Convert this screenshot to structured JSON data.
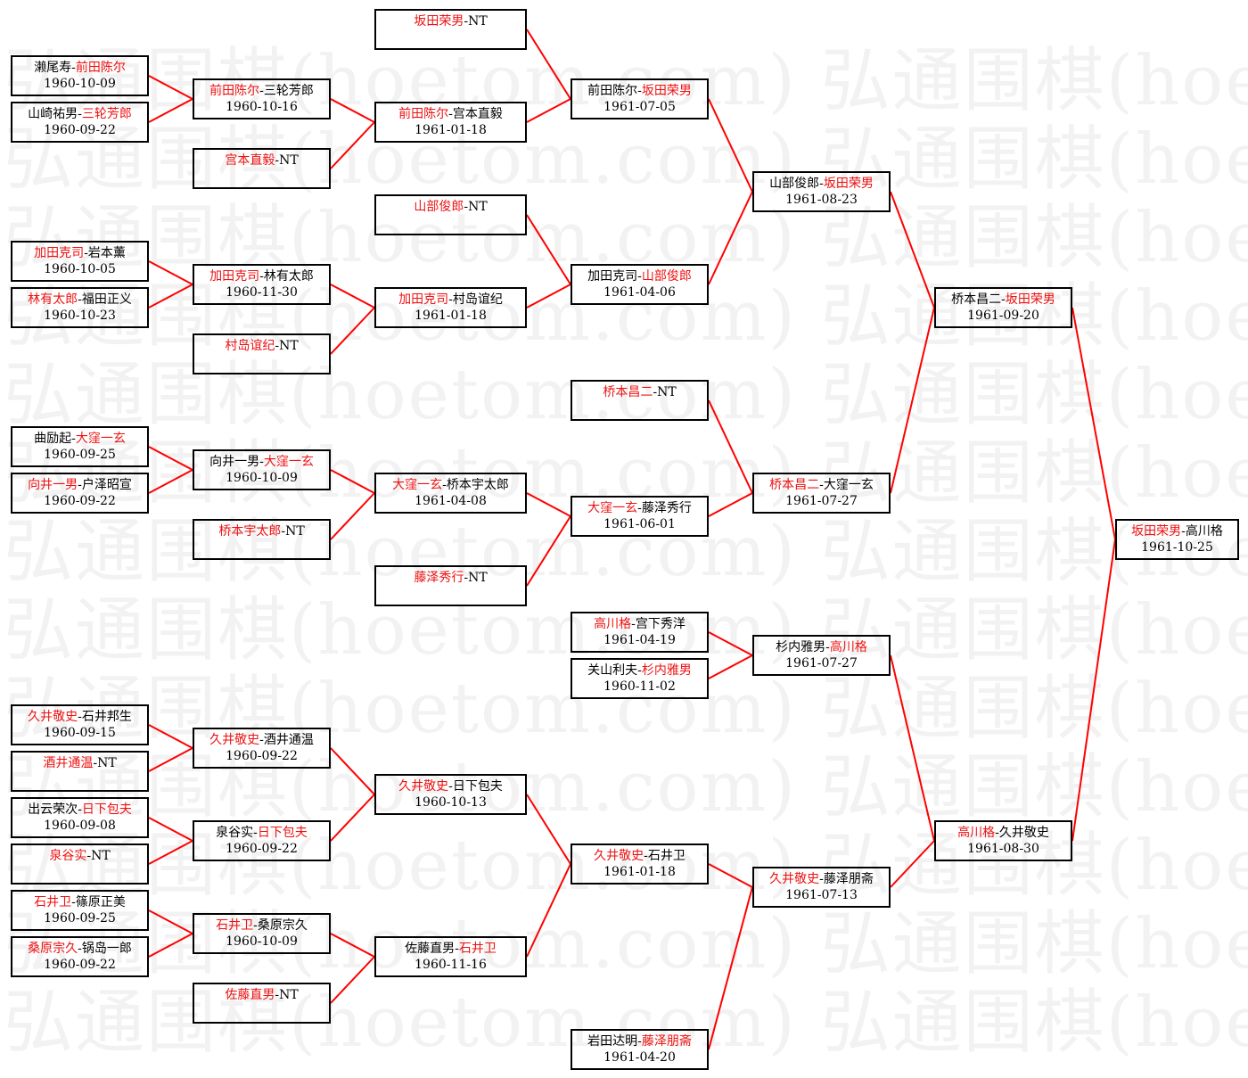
{
  "watermark": "弘通围棋(hoetom.com) 弘通围棋(hoetom.com) 弘通围棋(hoetom.com)",
  "colors": {
    "winner": "#ee1111",
    "line": "#ff0000",
    "border": "#000000"
  },
  "matches": [
    {
      "id": "m0",
      "p1": "濑尾寿",
      "p2": "前田陈尔",
      "sep": "-",
      "winner": 2,
      "date": "1960-10-09"
    },
    {
      "id": "m1",
      "p1": "山崎祐男",
      "p2": "三轮芳郎",
      "sep": "-",
      "winner": 2,
      "date": "1960-09-22"
    },
    {
      "id": "m2",
      "p1": "加田克司",
      "p2": "岩本薰",
      "sep": "-",
      "winner": 1,
      "date": "1960-10-05"
    },
    {
      "id": "m3",
      "p1": "林有太郎",
      "p2": "福田正义",
      "sep": "-",
      "winner": 1,
      "date": "1960-10-23"
    },
    {
      "id": "m4",
      "p1": "曲励起",
      "p2": "大窪一玄",
      "sep": "-",
      "winner": 2,
      "date": "1960-09-25"
    },
    {
      "id": "m5",
      "p1": "向井一男",
      "p2": "户泽昭宣",
      "sep": "-",
      "winner": 1,
      "date": "1960-09-22"
    },
    {
      "id": "m6",
      "p1": "久井敬史",
      "p2": "石井邦生",
      "sep": "-",
      "winner": 1,
      "date": "1960-09-15"
    },
    {
      "id": "m7",
      "p1": "酒井通温",
      "p2": "NT",
      "sep": "-",
      "winner": 1,
      "date": ""
    },
    {
      "id": "m8",
      "p1": "出云荣次",
      "p2": "日下包夫",
      "sep": "-",
      "winner": 2,
      "date": "1960-09-08"
    },
    {
      "id": "m9",
      "p1": "泉谷实",
      "p2": "NT",
      "sep": "-",
      "winner": 1,
      "date": ""
    },
    {
      "id": "m10",
      "p1": "石井卫",
      "p2": "篠原正美",
      "sep": "-",
      "winner": 1,
      "date": "1960-09-25"
    },
    {
      "id": "m11",
      "p1": "桑原宗久",
      "p2": "锅岛一郎",
      "sep": "-",
      "winner": 1,
      "date": "1960-09-22"
    },
    {
      "id": "m12",
      "p1": "前田陈尔",
      "p2": "三轮芳郎",
      "sep": "-",
      "winner": 1,
      "date": "1960-10-16"
    },
    {
      "id": "m13",
      "p1": "宫本直毅",
      "p2": "NT",
      "sep": "-",
      "winner": 1,
      "date": ""
    },
    {
      "id": "m14",
      "p1": "加田克司",
      "p2": "林有太郎",
      "sep": "-",
      "winner": 1,
      "date": "1960-11-30"
    },
    {
      "id": "m15",
      "p1": "村岛谊纪",
      "p2": "NT",
      "sep": "-",
      "winner": 1,
      "date": ""
    },
    {
      "id": "m16",
      "p1": "向井一男",
      "p2": "大窪一玄",
      "sep": "-",
      "winner": 2,
      "date": "1960-10-09"
    },
    {
      "id": "m17",
      "p1": "桥本宇太郎",
      "p2": "NT",
      "sep": "-",
      "winner": 1,
      "date": ""
    },
    {
      "id": "m18",
      "p1": "久井敬史",
      "p2": "酒井通温",
      "sep": "-",
      "winner": 1,
      "date": "1960-09-22"
    },
    {
      "id": "m19",
      "p1": "泉谷实",
      "p2": "日下包夫",
      "sep": "-",
      "winner": 2,
      "date": "1960-09-22"
    },
    {
      "id": "m20",
      "p1": "石井卫",
      "p2": "桑原宗久",
      "sep": "-",
      "winner": 1,
      "date": "1960-10-09"
    },
    {
      "id": "m21",
      "p1": "佐藤直男",
      "p2": "NT",
      "sep": "-",
      "winner": 1,
      "date": ""
    },
    {
      "id": "m22",
      "p1": "坂田荣男",
      "p2": "NT",
      "sep": "-",
      "winner": 1,
      "date": ""
    },
    {
      "id": "m23",
      "p1": "前田陈尔",
      "p2": "宫本直毅",
      "sep": "-",
      "winner": 1,
      "date": "1961-01-18"
    },
    {
      "id": "m24",
      "p1": "山部俊郎",
      "p2": "NT",
      "sep": "-",
      "winner": 1,
      "date": ""
    },
    {
      "id": "m25",
      "p1": "加田克司",
      "p2": "村岛谊纪",
      "sep": "-",
      "winner": 1,
      "date": "1961-01-18"
    },
    {
      "id": "m26",
      "p1": "大窪一玄",
      "p2": "桥本宇太郎",
      "sep": "-",
      "winner": 1,
      "date": "1961-04-08"
    },
    {
      "id": "m27",
      "p1": "藤泽秀行",
      "p2": "NT",
      "sep": "-",
      "winner": 1,
      "date": ""
    },
    {
      "id": "m28",
      "p1": "久井敬史",
      "p2": "日下包夫",
      "sep": "-",
      "winner": 1,
      "date": "1960-10-13"
    },
    {
      "id": "m29",
      "p1": "佐藤直男",
      "p2": "石井卫",
      "sep": "-",
      "winner": 2,
      "date": "1960-11-16"
    },
    {
      "id": "m30",
      "p1": "前田陈尔",
      "p2": "坂田荣男",
      "sep": "-",
      "winner": 2,
      "date": "1961-07-05"
    },
    {
      "id": "m31",
      "p1": "加田克司",
      "p2": "山部俊郎",
      "sep": "-",
      "winner": 2,
      "date": "1961-04-06"
    },
    {
      "id": "m32",
      "p1": "桥本昌二",
      "p2": "NT",
      "sep": "-",
      "winner": 1,
      "date": ""
    },
    {
      "id": "m33",
      "p1": "大窪一玄",
      "p2": "藤泽秀行",
      "sep": "-",
      "winner": 1,
      "date": "1961-06-01"
    },
    {
      "id": "m34",
      "p1": "高川格",
      "p2": "宫下秀洋",
      "sep": "-",
      "winner": 1,
      "date": "1961-04-19"
    },
    {
      "id": "m35",
      "p1": "关山利夫",
      "p2": "杉内雅男",
      "sep": "-",
      "winner": 2,
      "date": "1960-11-02"
    },
    {
      "id": "m36",
      "p1": "久井敬史",
      "p2": "石井卫",
      "sep": "-",
      "winner": 1,
      "date": "1961-01-18"
    },
    {
      "id": "m37",
      "p1": "岩田达明",
      "p2": "藤泽朋斋",
      "sep": "-",
      "winner": 2,
      "date": "1961-04-20"
    },
    {
      "id": "m38",
      "p1": "山部俊郎",
      "p2": "坂田荣男",
      "sep": "-",
      "winner": 2,
      "date": "1961-08-23"
    },
    {
      "id": "m39",
      "p1": "桥本昌二",
      "p2": "大窪一玄",
      "sep": "-",
      "winner": 1,
      "date": "1961-07-27"
    },
    {
      "id": "m40",
      "p1": "杉内雅男",
      "p2": "高川格",
      "sep": "-",
      "winner": 2,
      "date": "1961-07-27"
    },
    {
      "id": "m41",
      "p1": "久井敬史",
      "p2": "藤泽朋斋",
      "sep": "-",
      "winner": 1,
      "date": "1961-07-13"
    },
    {
      "id": "m42",
      "p1": "桥本昌二",
      "p2": "坂田荣男",
      "sep": "-",
      "winner": 2,
      "date": "1961-09-20"
    },
    {
      "id": "m43",
      "p1": "高川格",
      "p2": "久井敬史",
      "sep": "-",
      "winner": 1,
      "date": "1961-08-30"
    },
    {
      "id": "m44",
      "p1": "坂田荣男",
      "p2": "高川格",
      "sep": "-",
      "winner": 1,
      "date": "1961-10-25"
    }
  ]
}
